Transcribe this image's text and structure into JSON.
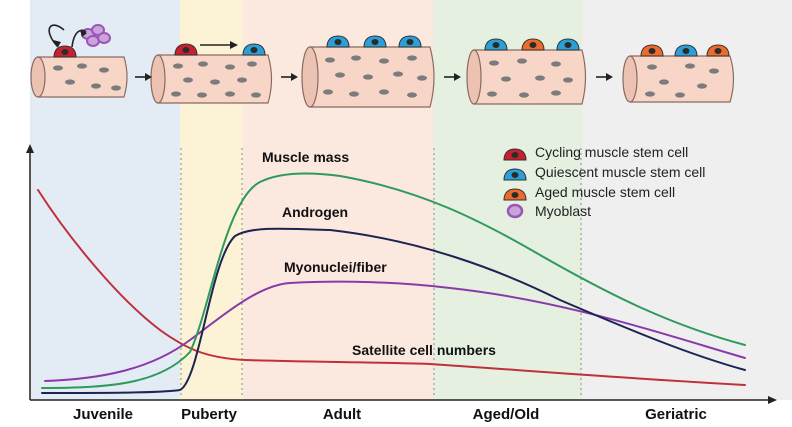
{
  "stages": [
    {
      "name": "Juvenile",
      "color": "#e3ebf5"
    },
    {
      "name": "Puberty",
      "color": "#fcf3d7"
    },
    {
      "name": "Adult",
      "color": "#fbe8de"
    },
    {
      "name": "Aged/Old",
      "color": "#e5f0e1"
    },
    {
      "name": "Geriatric",
      "color": "#efeff0"
    }
  ],
  "legend": [
    {
      "label": "Cycling muscle stem cell",
      "color": "#c8202f",
      "shape": "stem-cell"
    },
    {
      "label": "Quiescent muscle stem cell",
      "color": "#2a9fd8",
      "shape": "stem-cell"
    },
    {
      "label": "Aged muscle stem cell",
      "color": "#ec6a2a",
      "shape": "stem-cell"
    },
    {
      "label": "Myoblast",
      "color": "#9b55b8",
      "shape": "myoblast"
    }
  ],
  "curves": [
    {
      "label": "Muscle mass",
      "color": "#2e9a5c"
    },
    {
      "label": "Androgen",
      "color": "#1c2452"
    },
    {
      "label": "Myonuclei/fiber",
      "color": "#8a3aa8"
    },
    {
      "label": "Satellite cell numbers",
      "color": "#c0303a"
    }
  ]
}
